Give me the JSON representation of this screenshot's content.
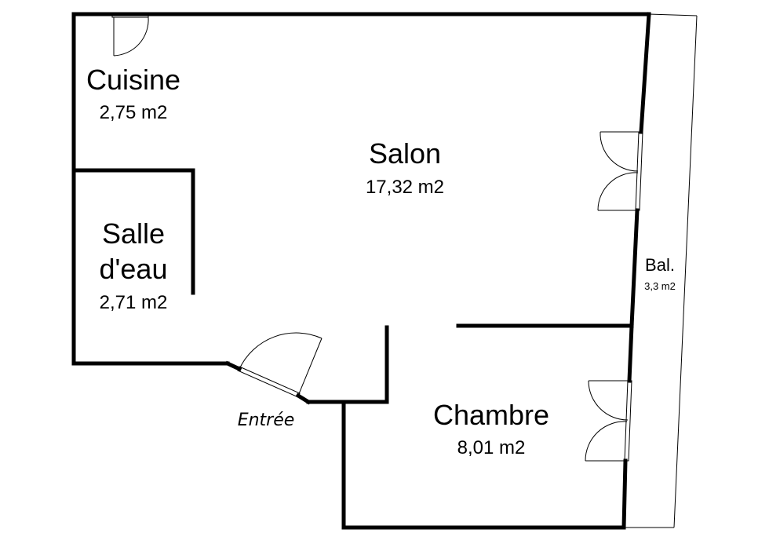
{
  "rooms": {
    "cuisine": {
      "name": "Cuisine",
      "area": "2,75 m2"
    },
    "salon": {
      "name": "Salon",
      "area": "17,32 m2"
    },
    "salle_deau": {
      "name_line1": "Salle",
      "name_line2": "d'eau",
      "area": "2,71 m2"
    },
    "chambre": {
      "name": "Chambre",
      "area": "8,01 m2"
    },
    "balcon": {
      "name": "Bal.",
      "area": "3,3 m2"
    }
  },
  "entree": {
    "label": "Entrée"
  }
}
